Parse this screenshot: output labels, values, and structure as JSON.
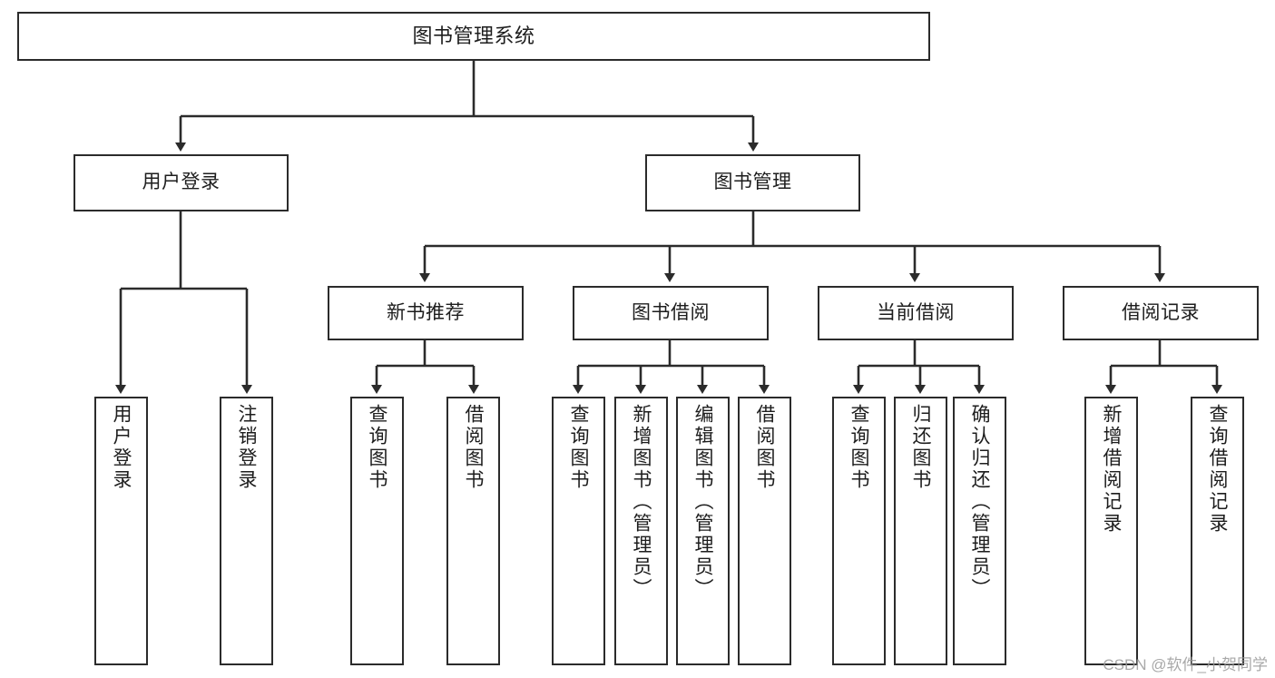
{
  "diagram": {
    "title": "图书管理系统",
    "watermark": "CSDN @软件_小贺同学",
    "stroke_color": "#2b2b2b",
    "text_color": "#1d1d1d",
    "background": "#ffffff",
    "root": {
      "label": "图书管理系统"
    },
    "level2": [
      {
        "label": "用户登录"
      },
      {
        "label": "图书管理"
      }
    ],
    "level3": [
      {
        "label": "新书推荐"
      },
      {
        "label": "图书借阅"
      },
      {
        "label": "当前借阅"
      },
      {
        "label": "借阅记录"
      }
    ],
    "leaves": [
      {
        "label": "用户登录",
        "parent": "用户登录"
      },
      {
        "label": "注销登录",
        "parent": "用户登录"
      },
      {
        "label": "查询图书",
        "parent": "新书推荐"
      },
      {
        "label": "借阅图书",
        "parent": "新书推荐"
      },
      {
        "label": "查询图书",
        "parent": "图书借阅"
      },
      {
        "label": "新增图书（管理员）",
        "parent": "图书借阅"
      },
      {
        "label": "编辑图书（管理员）",
        "parent": "图书借阅"
      },
      {
        "label": "借阅图书",
        "parent": "图书借阅"
      },
      {
        "label": "查询图书",
        "parent": "当前借阅"
      },
      {
        "label": "归还图书",
        "parent": "当前借阅"
      },
      {
        "label": "确认归还（管理员）",
        "parent": "当前借阅"
      },
      {
        "label": "新增借阅记录",
        "parent": "借阅记录"
      },
      {
        "label": "查询借阅记录",
        "parent": "借阅记录"
      }
    ]
  }
}
